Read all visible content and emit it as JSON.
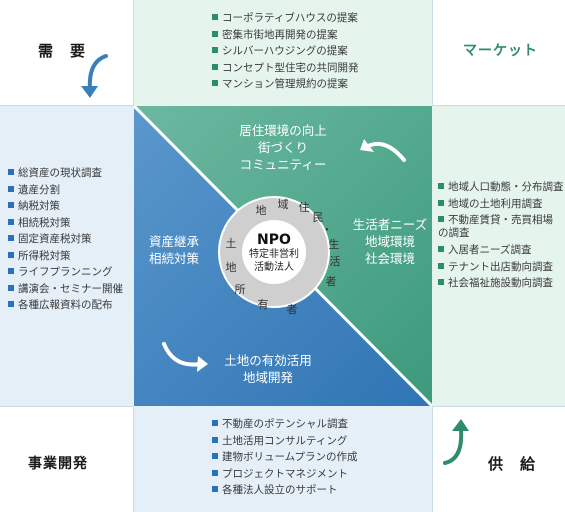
{
  "corners": {
    "demand": "需　要",
    "market": "マーケット",
    "business": "事業開発",
    "supply": "供　給"
  },
  "top_list": [
    "コーポラティブハウスの提案",
    "密集市街地再開発の提案",
    "シルバーハウジングの提案",
    "コンセプト型住宅の共同開発",
    "マンション管理規約の提案"
  ],
  "left_list": [
    "総資産の現状調査",
    "遺産分割",
    "納税対策",
    "相続税対策",
    "固定資産税対策",
    "所得税対策",
    "ライフプランニング",
    "講演会・セミナー開催",
    "各種広報資料の配布"
  ],
  "right_list": [
    "地域人口動態・分布調査",
    "地域の土地利用調査",
    "不動産賃貸・売買相場の調査",
    "入居者ニーズ調査",
    "テナント出店動向調査",
    "社会福祉施設動向調査"
  ],
  "bottom_list": [
    "不動産のポテンシャル調査",
    "土地活用コンサルティング",
    "建物ボリュームプランの作成",
    "プロジェクトマネジメント",
    "各種法人設立のサポート"
  ],
  "center": {
    "top_text": [
      "居住環境の向上",
      "街づくり",
      "コミュニティー"
    ],
    "right_text": [
      "生活者ニーズ",
      "地域環境",
      "社会環境"
    ],
    "left_text": [
      "資産継承",
      "相続対策"
    ],
    "bottom_text": [
      "土地の有効活用",
      "地域開発"
    ]
  },
  "hub": {
    "title": "NPO",
    "subtitle": [
      "特定非営利",
      "活動法人"
    ],
    "ring_chars": [
      "地",
      "域",
      "住",
      "民",
      "・",
      "生",
      "活",
      "者",
      "有",
      "者",
      "所",
      "地",
      "土"
    ]
  },
  "colors": {
    "green_dark": "#2e8c6c",
    "green_mid": "#5aad93",
    "blue_dark": "#2a72b8",
    "blue_mid": "#4f8fc8"
  }
}
